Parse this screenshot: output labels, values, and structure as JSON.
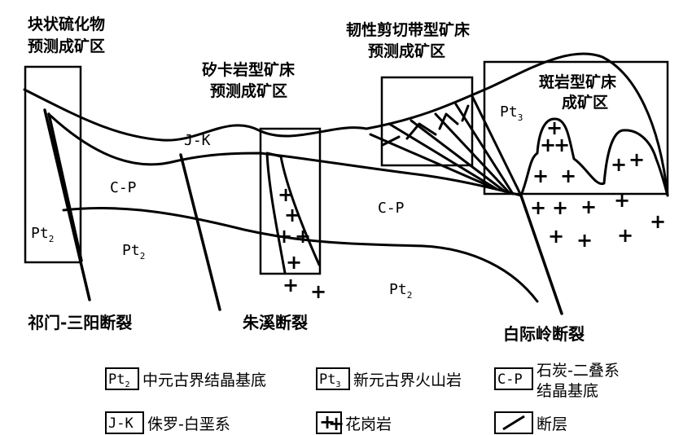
{
  "zones": {
    "block_sulfide": [
      "块状硫化物",
      "预测成矿区"
    ],
    "skarn": [
      "矽卡岩型矿床",
      "预测成矿区"
    ],
    "ductile_shear": [
      "韧性剪切带型矿床",
      "预测成矿区"
    ],
    "porphyry": [
      "斑岩型矿床",
      "成矿区"
    ]
  },
  "strata": {
    "jk": "J-K",
    "cp": "C-P",
    "pt": "Pt",
    "sub2": "2",
    "sub3": "3"
  },
  "faults": {
    "qimen": "祁门-三阳断裂",
    "zhuxi": "朱溪断裂",
    "baijiling": "白际岭断裂"
  },
  "granite_symbol": "+",
  "legend": {
    "pt2": {
      "code": "Pt",
      "sub": "2",
      "label": "中元古界结晶基底"
    },
    "pt3": {
      "code": "Pt",
      "sub": "3",
      "label": "新元古界火山岩"
    },
    "cp": {
      "code": "C-P",
      "label": [
        "石炭-二叠系",
        "结晶基底"
      ]
    },
    "jk": {
      "code": "J-K",
      "label": "侏罗-白垩系"
    },
    "granite": {
      "code": "+",
      "label": "花岗岩"
    },
    "fault": {
      "label": "断层"
    }
  }
}
